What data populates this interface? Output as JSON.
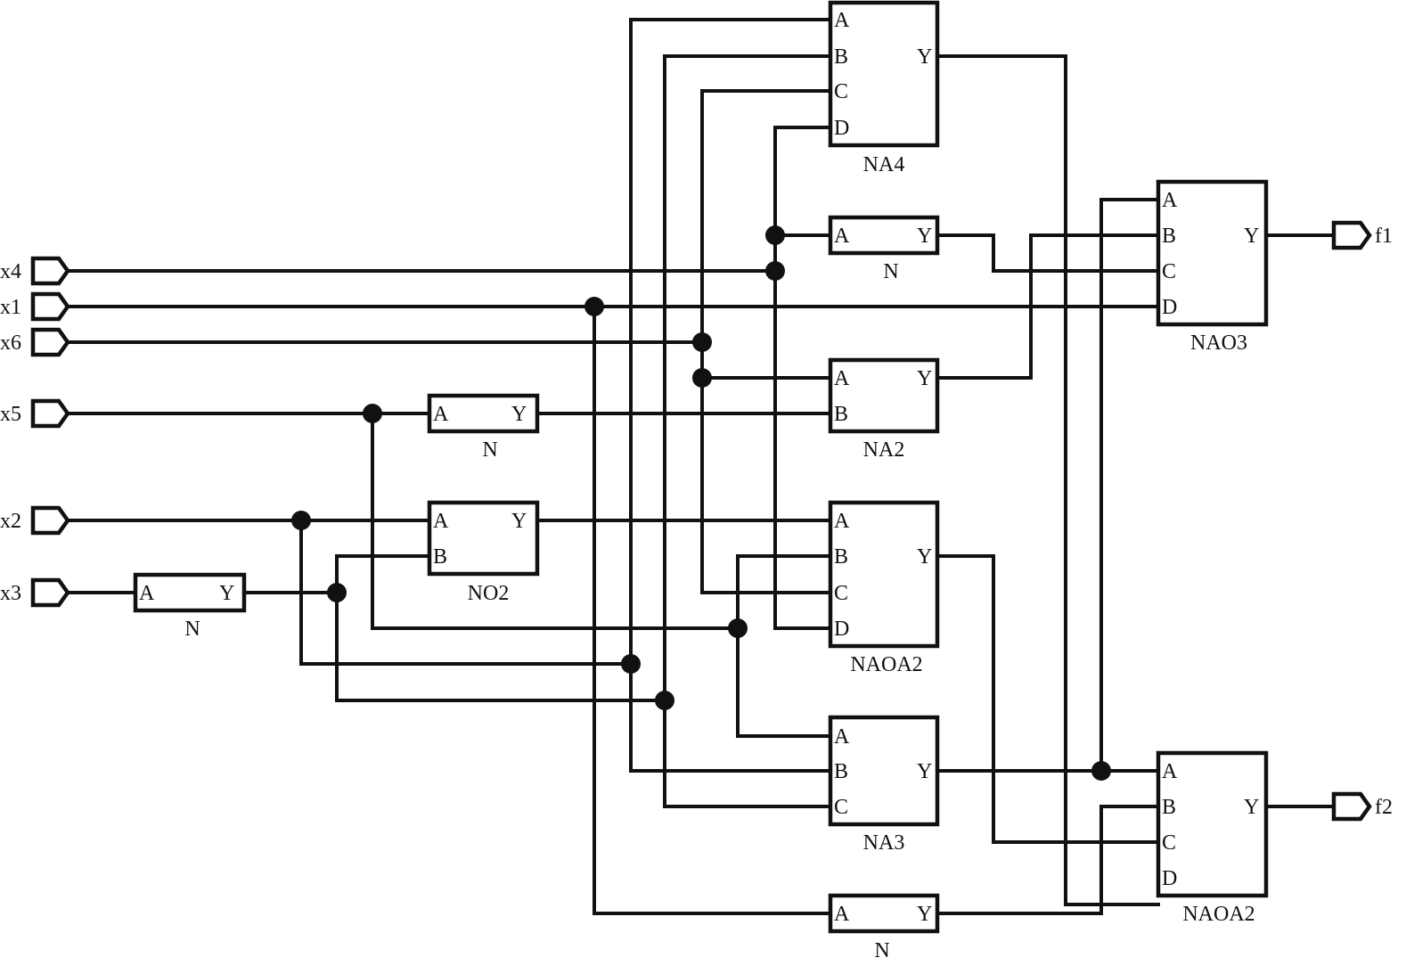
{
  "signals": {
    "inputs": [
      "x4",
      "x1",
      "x6",
      "x5",
      "x2",
      "x3"
    ],
    "outputs": [
      "f1",
      "f2"
    ]
  },
  "gates": {
    "na4": {
      "type": "NA4",
      "pins": [
        "A",
        "B",
        "C",
        "D"
      ],
      "out": "Y"
    },
    "n_top": {
      "type": "N",
      "pins": [
        "A"
      ],
      "out": "Y"
    },
    "na2": {
      "type": "NA2",
      "pins": [
        "A",
        "B"
      ],
      "out": "Y"
    },
    "n_x5": {
      "type": "N",
      "pins": [
        "A"
      ],
      "out": "Y"
    },
    "no2": {
      "type": "NO2",
      "pins": [
        "A",
        "B"
      ],
      "out": "Y"
    },
    "n_x3": {
      "type": "N",
      "pins": [
        "A"
      ],
      "out": "Y"
    },
    "naoa2_mid": {
      "type": "NAOA2",
      "pins": [
        "A",
        "B",
        "C",
        "D"
      ],
      "out": "Y"
    },
    "na3": {
      "type": "NA3",
      "pins": [
        "A",
        "B",
        "C"
      ],
      "out": "Y"
    },
    "n_bottom": {
      "type": "N",
      "pins": [
        "A"
      ],
      "out": "Y"
    },
    "nao3": {
      "type": "NAO3",
      "pins": [
        "A",
        "B",
        "C",
        "D"
      ],
      "out": "Y"
    },
    "naoa2_out": {
      "type": "NAOA2",
      "pins": [
        "A",
        "B",
        "C",
        "D"
      ],
      "out": "Y"
    }
  }
}
